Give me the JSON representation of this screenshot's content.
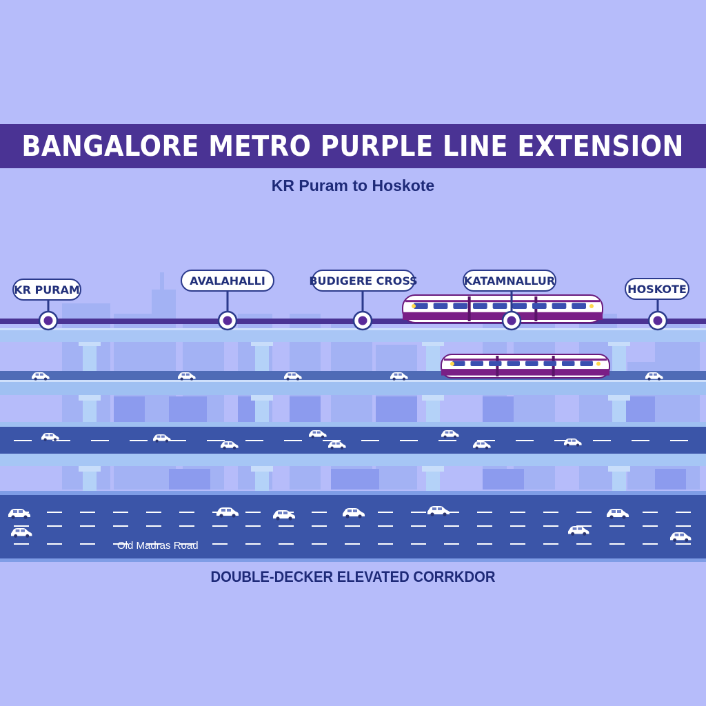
{
  "title": "BANGALORE METRO PURPLE LINE EXTENSION",
  "subtitle": "KR Puram to Hoskote",
  "corridor_label": "DOUBLE-DECKER ELEVATED CORRKDOR",
  "road_label": "Old Madras Road",
  "stations": [
    {
      "name": "KR PURAM"
    },
    {
      "name": "AVALAHALLI"
    },
    {
      "name": "BUDIGERE CROSS"
    },
    {
      "name": "KATAMNALLUR"
    },
    {
      "name": "HOSKOTE"
    }
  ],
  "colors": {
    "background": "#b6bcfa",
    "banner": "#4a3394",
    "text_dark": "#1e2a78",
    "metro_purple": "#7a1f86",
    "road": "#3b55a8",
    "deck": "#9fc0f2"
  },
  "icons": [
    "metro-train-icon",
    "car-icon",
    "station-marker-icon"
  ]
}
